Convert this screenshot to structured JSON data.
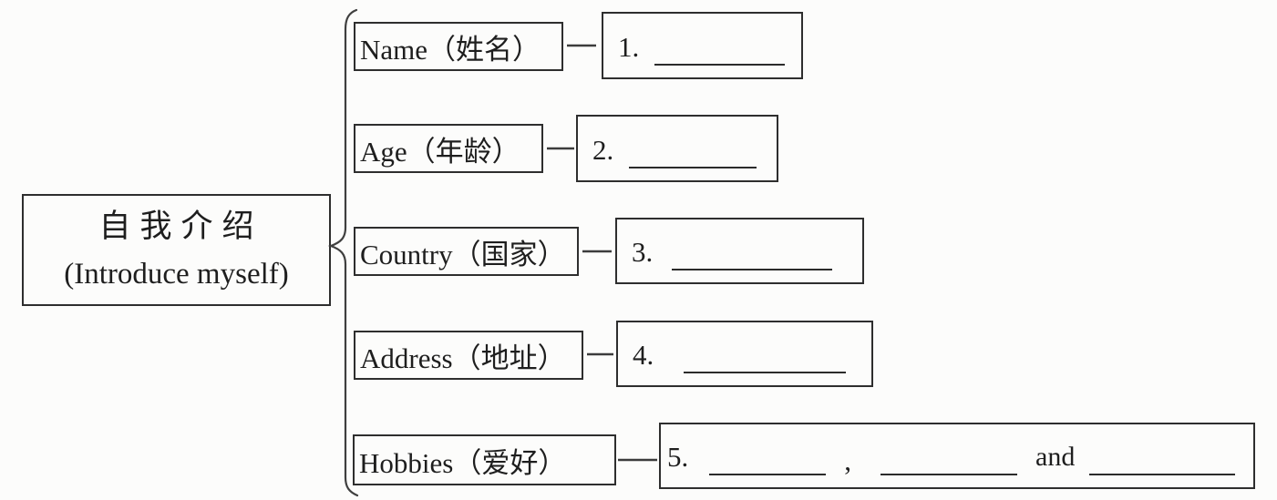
{
  "colors": {
    "background": "#fcfcfb",
    "ink": "#1e1e1e",
    "line": "#2e2e2e"
  },
  "root_node": {
    "title_zh": "自我介绍",
    "title_en": "(Introduce myself)"
  },
  "branches": [
    {
      "label": "Name（姓名）",
      "number": "1.",
      "blank_count": 1
    },
    {
      "label": "Age（年龄）",
      "number": "2.",
      "blank_count": 1
    },
    {
      "label": "Country（国家）",
      "number": "3.",
      "blank_count": 1
    },
    {
      "label": "Address（地址）",
      "number": "4.",
      "blank_count": 1
    },
    {
      "label": "Hobbies（爱好）",
      "number": "5.",
      "blank_count": 3,
      "separator_comma": ",",
      "separator_and": "and"
    }
  ]
}
